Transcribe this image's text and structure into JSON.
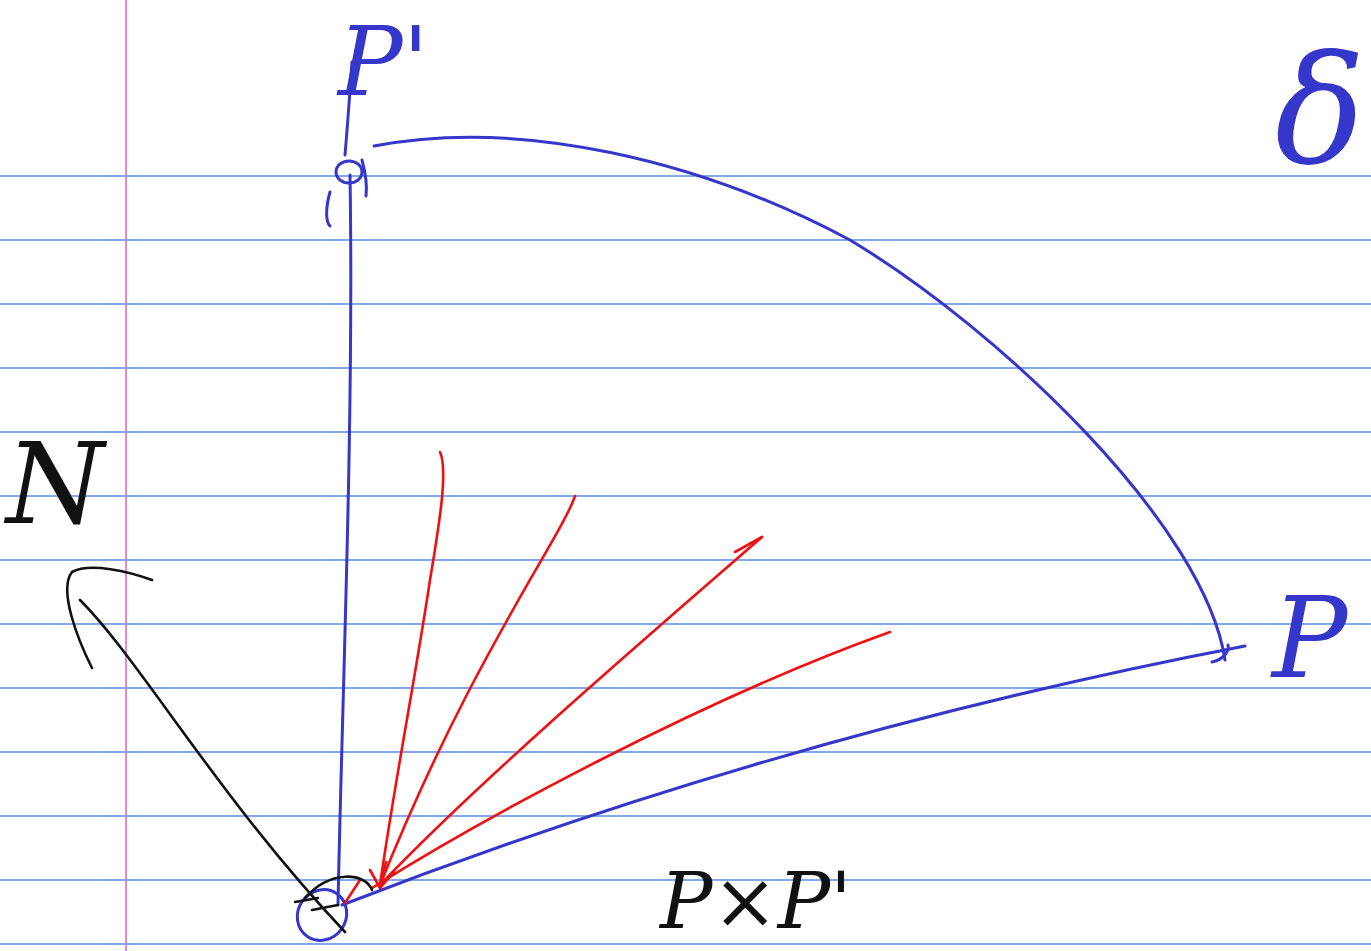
{
  "diagram": {
    "labels": [
      "P'",
      "δ",
      "P",
      "N",
      "P×P'"
    ]
  }
}
